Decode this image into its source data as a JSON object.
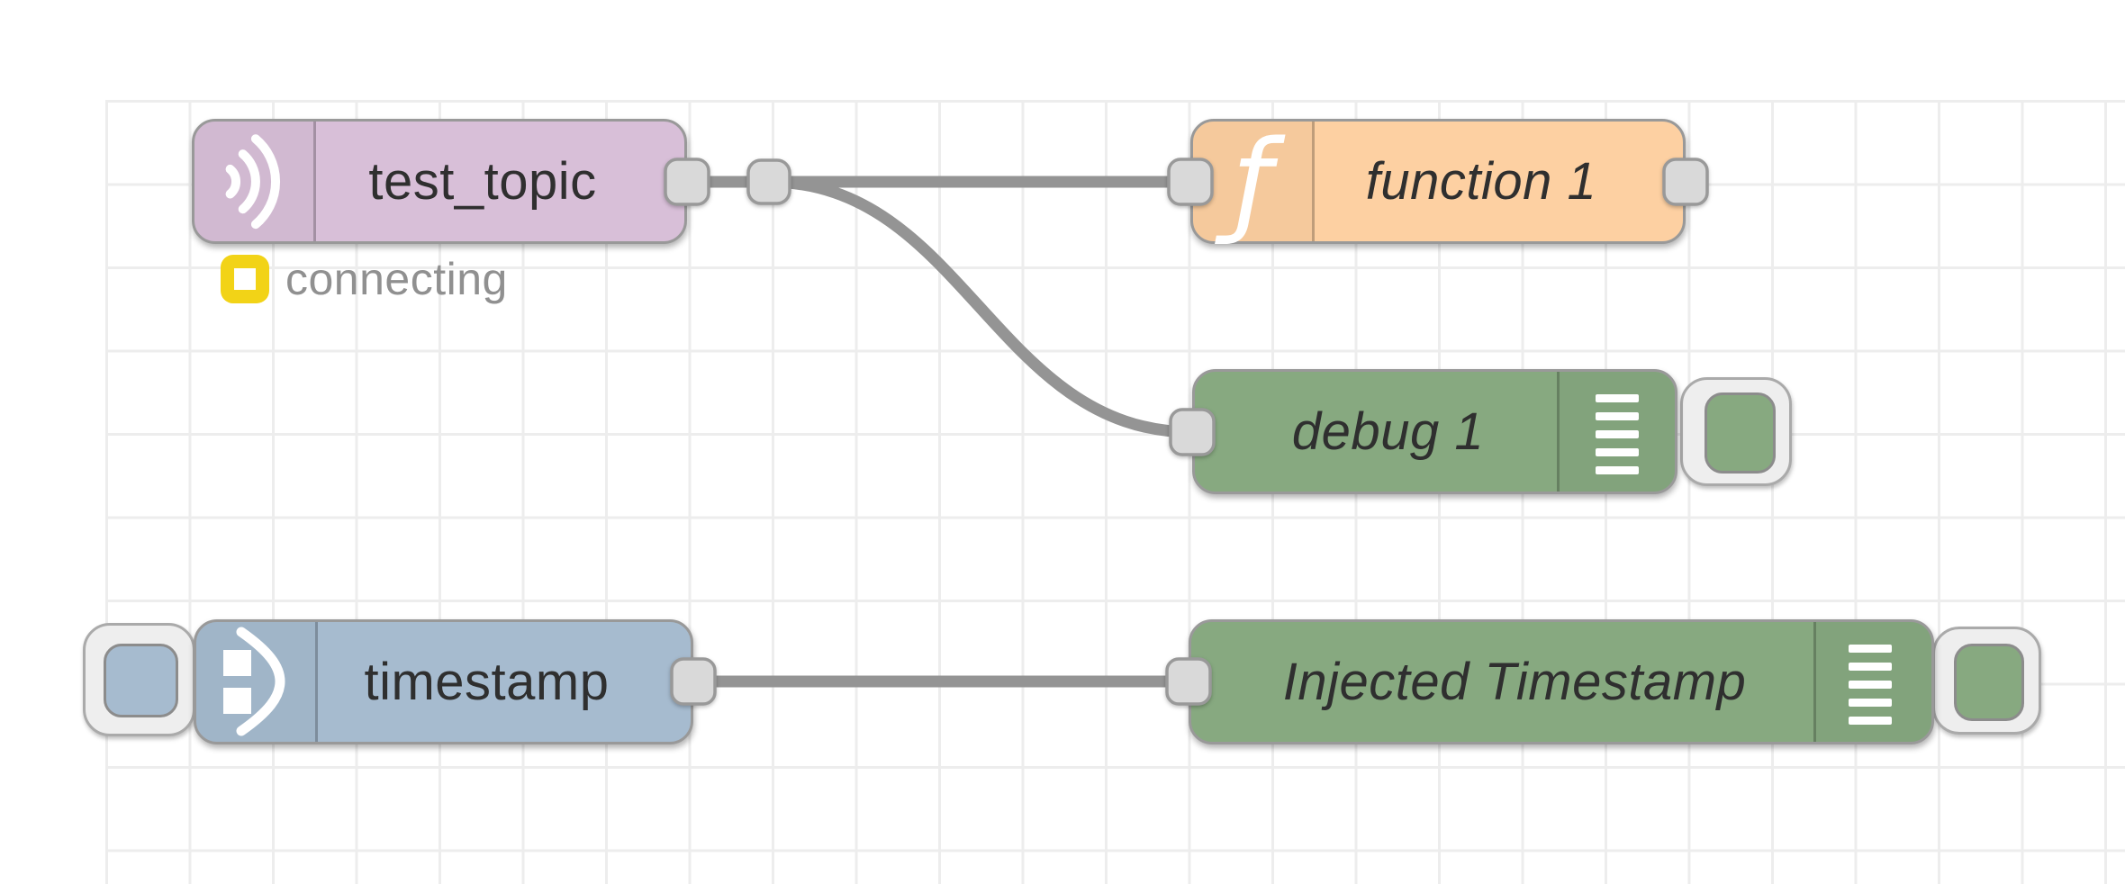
{
  "canvas": {
    "background_color": "#ffffff",
    "grid_line_color": "#ededed",
    "wire_color": "#949494",
    "port_color": "#d9d9d9"
  },
  "nodes": [
    {
      "label": "test_topic",
      "icon": "broadcast-icon",
      "color": "#d8bfd8",
      "status": "connecting"
    },
    {
      "label": "function 1",
      "icon": "function-f-icon",
      "color": "#fdd0a2",
      "glyph": "ƒ"
    },
    {
      "label": "debug 1",
      "icon": "debug-lines-icon",
      "color": "#87a980"
    },
    {
      "label": "timestamp",
      "icon": "inject-arrow-icon",
      "color": "#a6bbcf"
    },
    {
      "label": "Injected Timestamp",
      "icon": "debug-lines-icon",
      "color": "#87a980"
    }
  ],
  "status": {
    "text": "connecting",
    "indicator_color": "#f2d317",
    "indicator_shape": "ring"
  }
}
